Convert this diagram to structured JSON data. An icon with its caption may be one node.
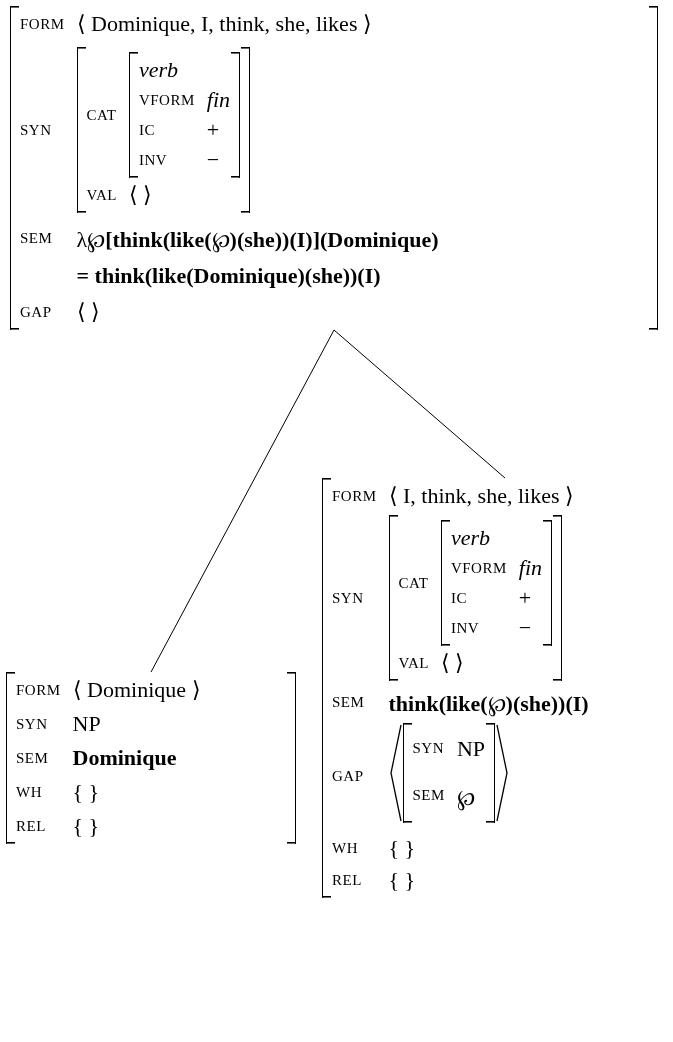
{
  "diagram": {
    "nodes": [
      {
        "text": [
          "FORM",
          "⟨ Dominique, I, think, she, likes ⟩",
          "SYN",
          "SEM",
          "λ℘**[think(like(**℘**)(she))(I)](Dominique)**",
          "**= think(like(Dominique)(she))(I)**",
          "GAP",
          "⟨ ⟩"
        ]
      },
      {
        "text": [
          "CAT",
          "VAL",
          "⟨ ⟩"
        ],
        "in": 0
      },
      {
        "text": [
          "verb",
          "VFORM",
          "fin",
          "IC",
          "+",
          "INV",
          "−"
        ],
        "in": 1
      },
      {
        "text": [
          "FORM",
          "⟨ Dominique ⟩",
          "SYN",
          "NP",
          "SEM",
          "Dominique",
          "WH",
          "{ }",
          "REL",
          "{ }"
        ]
      },
      {
        "text": [
          "FORM",
          "⟨ I, think, she, likes ⟩",
          "SYN",
          "SEM",
          "**think(like(**℘**)(she))(I)**",
          "GAP",
          "WH",
          "{ }",
          "REL",
          "{ }"
        ]
      },
      {
        "text": [
          "CAT",
          "VAL",
          "⟨ ⟩"
        ],
        "in": 4
      },
      {
        "text": [
          "verb",
          "VFORM",
          "fin",
          "IC",
          "+",
          "INV",
          "−"
        ],
        "in": 5
      },
      {
        "text": [
          "SYN",
          "NP",
          "SEM",
          "℘"
        ],
        "in": 4
      }
    ],
    "edges": [
      {
        "from": 0,
        "to": 3,
        "arrow": "none"
      },
      {
        "from": 0,
        "to": 4,
        "arrow": "none"
      }
    ]
  }
}
